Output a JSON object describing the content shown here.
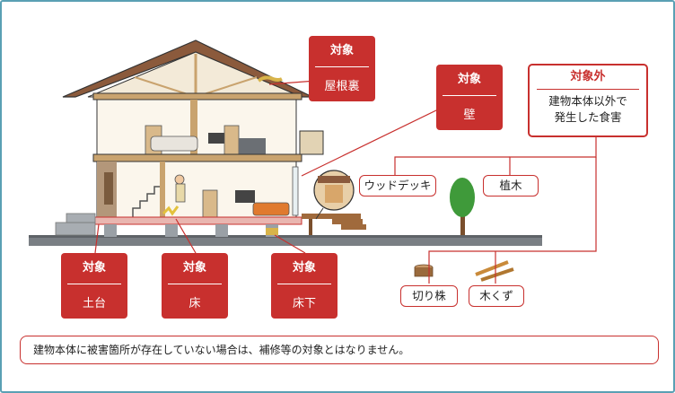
{
  "targets": {
    "attic": {
      "heading": "対象",
      "label": "屋根裏"
    },
    "wall": {
      "heading": "対象",
      "label": "壁"
    },
    "sill": {
      "heading": "対象",
      "label": "土台"
    },
    "floor": {
      "heading": "対象",
      "label": "床"
    },
    "underfloor": {
      "heading": "対象",
      "label": "床下"
    }
  },
  "excluded": {
    "heading": "対象外",
    "line1": "建物本体以外で",
    "line2": "発生した食害",
    "items": {
      "deck": "ウッドデッキ",
      "tree": "植木",
      "stump": "切り株",
      "wood": "木くず"
    }
  },
  "note": "建物本体に被害箇所が存在していない場合は、補修等の対象とはなりません。",
  "colors": {
    "accent": "#c8302e",
    "frame": "#5aa0b4"
  }
}
